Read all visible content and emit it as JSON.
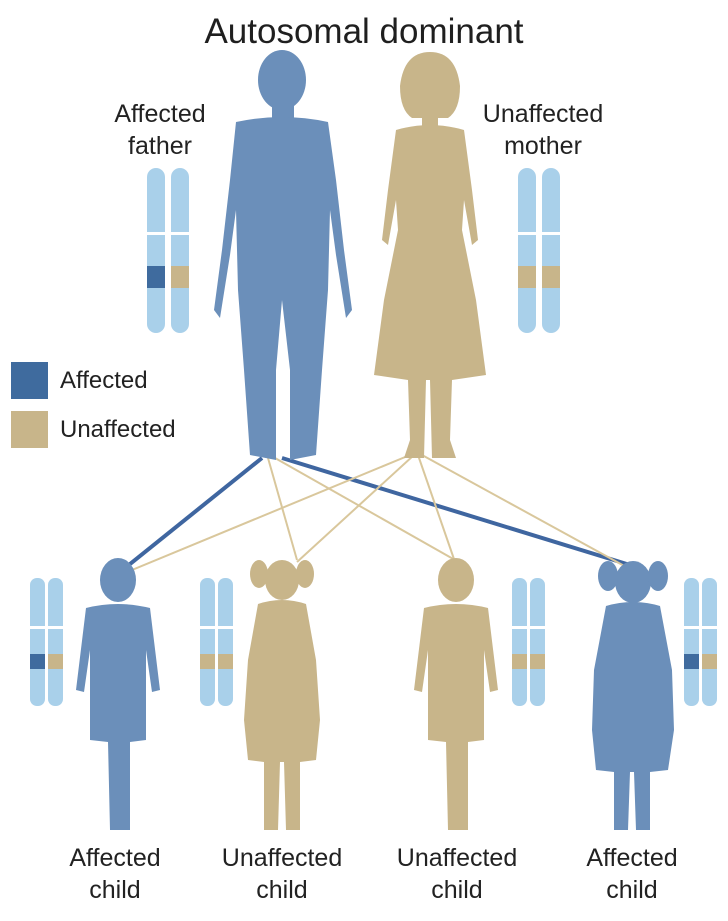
{
  "title": "Autosomal dominant",
  "colors": {
    "affected": "#6b8fba",
    "affected_dark": "#3f6b9e",
    "unaffected": "#c8b58a",
    "chromosome": "#a9d0ea",
    "line_affected": "#3f66a0",
    "line_unaffected": "#d9c79c"
  },
  "parents": [
    {
      "label_line1": "Affected",
      "label_line2": "father",
      "status": "affected",
      "icon": "man-silhouette-icon"
    },
    {
      "label_line1": "Unaffected",
      "label_line2": "mother",
      "status": "unaffected",
      "icon": "woman-silhouette-icon"
    }
  ],
  "legend": [
    {
      "label": "Affected",
      "color": "#3f6b9e"
    },
    {
      "label": "Unaffected",
      "color": "#c8b58a"
    }
  ],
  "children": [
    {
      "label_line1": "Affected",
      "label_line2": "child",
      "status": "affected",
      "icon": "boy-silhouette-icon"
    },
    {
      "label_line1": "Unaffected",
      "label_line2": "child",
      "status": "unaffected",
      "icon": "girl-silhouette-icon"
    },
    {
      "label_line1": "Unaffected",
      "label_line2": "child",
      "status": "unaffected",
      "icon": "boy-silhouette-icon"
    },
    {
      "label_line1": "Affected",
      "label_line2": "child",
      "status": "affected",
      "icon": "girl-silhouette-icon"
    }
  ]
}
